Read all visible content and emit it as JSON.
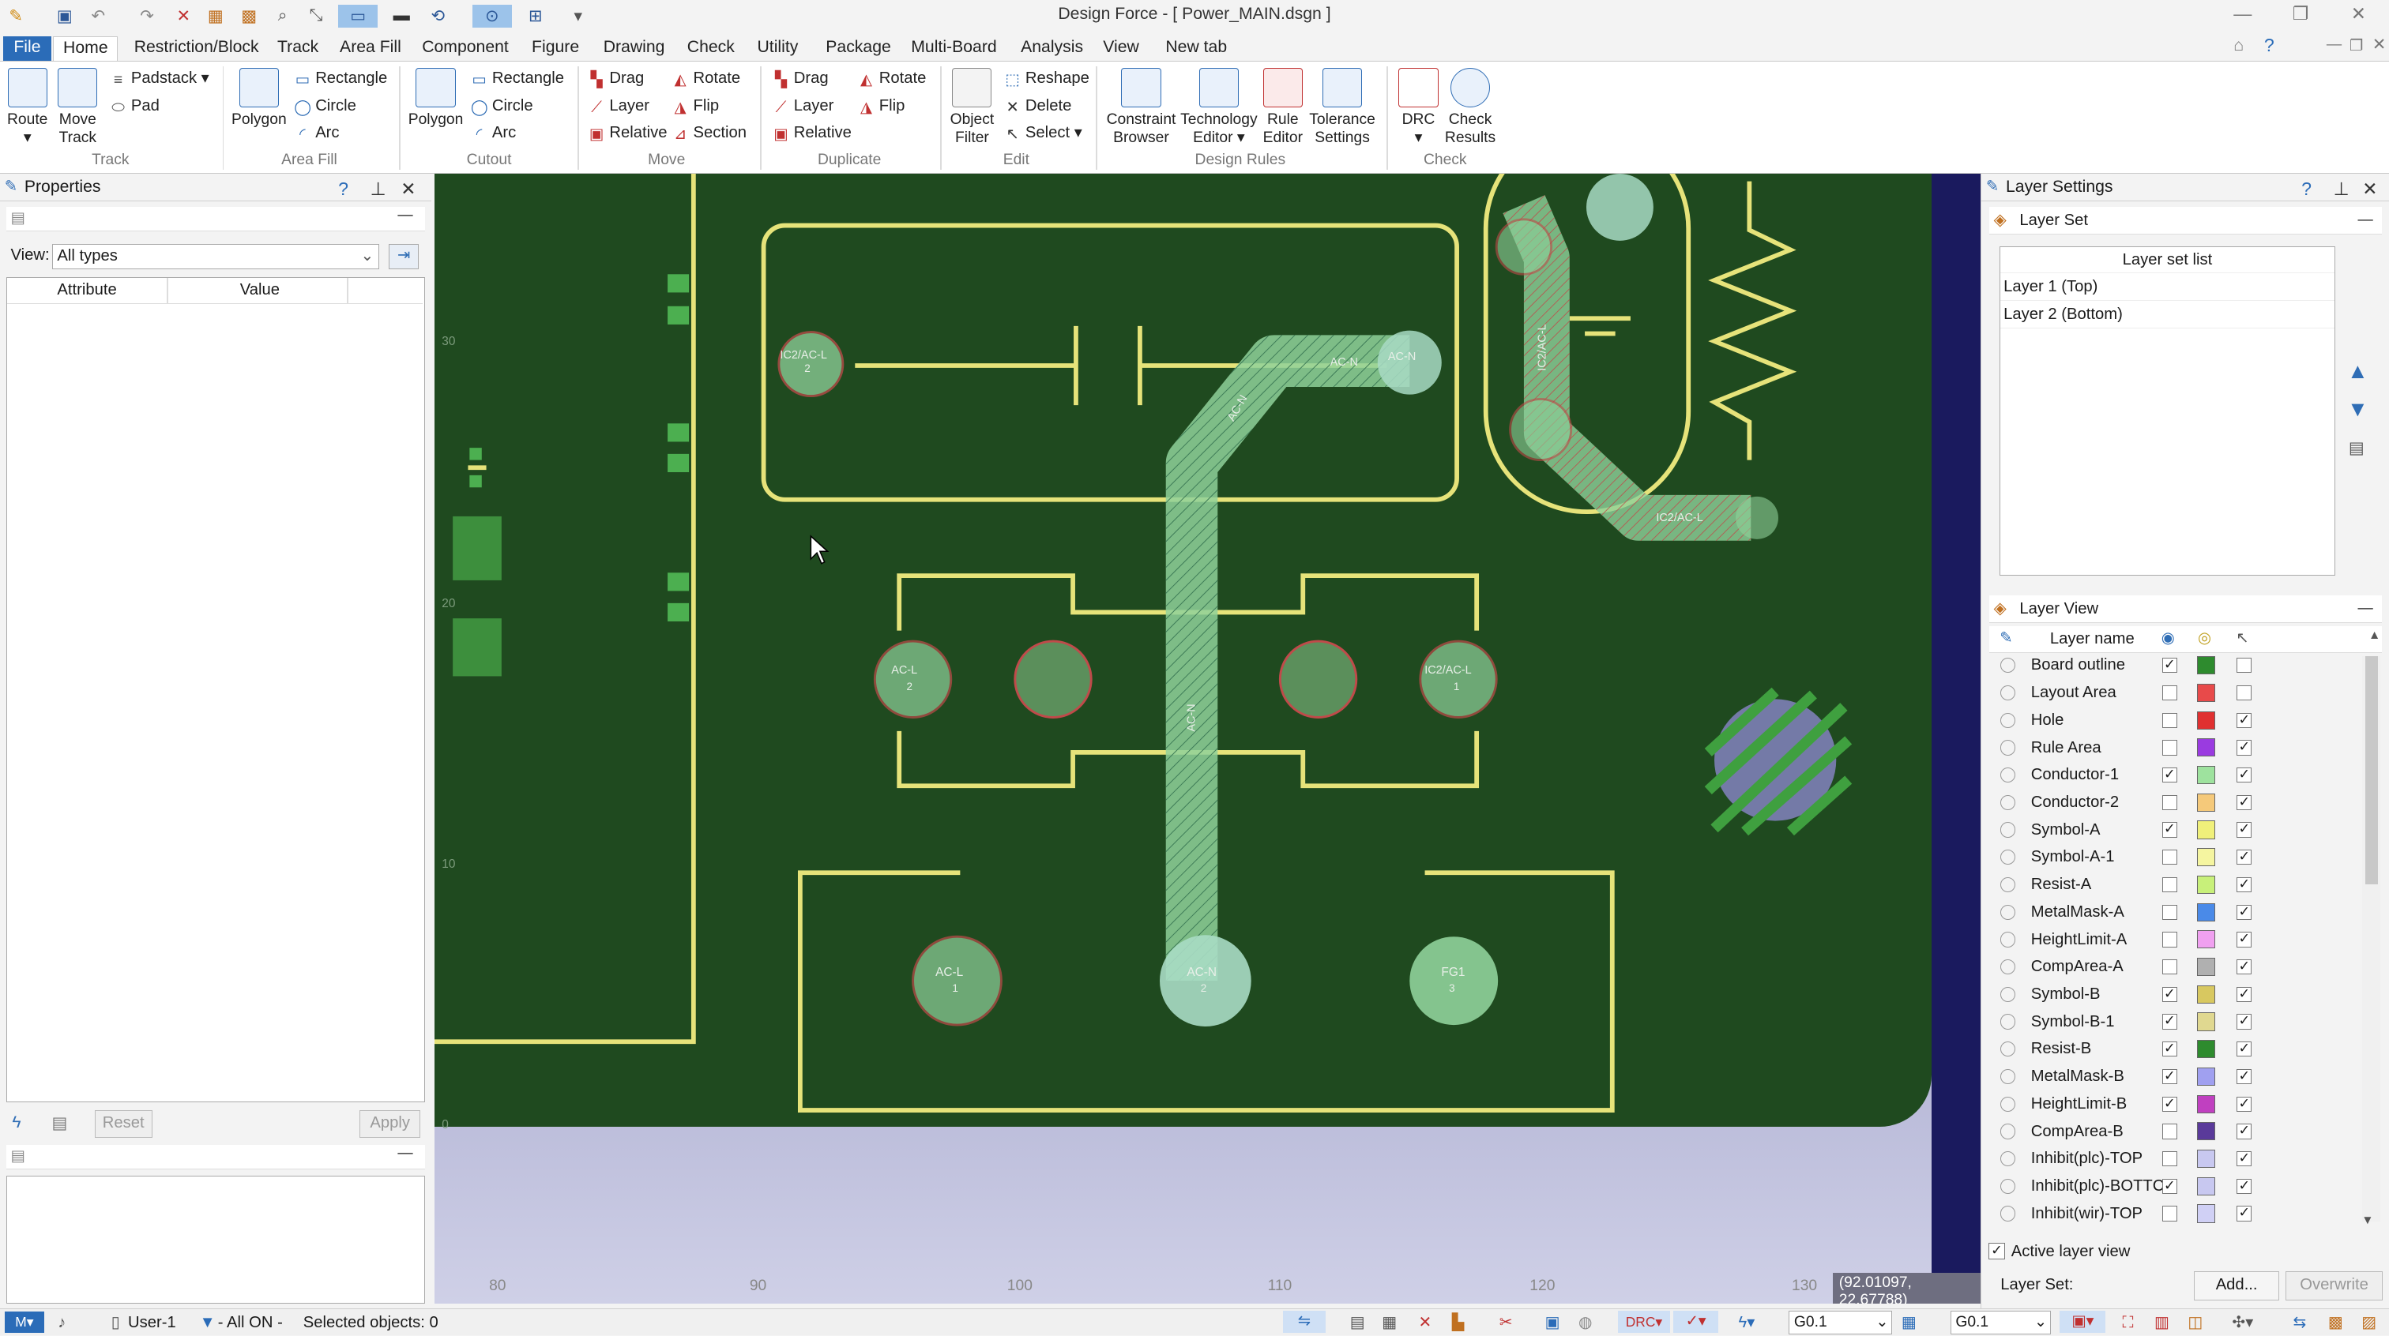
{
  "titlebar": {
    "title": "Design Force - [ Power_MAIN.dsgn ]"
  },
  "tabs": [
    {
      "label": "File"
    },
    {
      "label": "Home"
    },
    {
      "label": "Restriction/Block"
    },
    {
      "label": "Track"
    },
    {
      "label": "Area Fill"
    },
    {
      "label": "Component"
    },
    {
      "label": "Figure"
    },
    {
      "label": "Drawing"
    },
    {
      "label": "Check"
    },
    {
      "label": "Utility"
    },
    {
      "label": "Package"
    },
    {
      "label": "Multi-Board"
    },
    {
      "label": "Analysis"
    },
    {
      "label": "View"
    },
    {
      "label": "New tab"
    }
  ],
  "ribbon": {
    "track": {
      "route": "Route",
      "move_track": "Move Track",
      "padstack": "Padstack",
      "pad": "Pad",
      "group": "Track"
    },
    "area_fill": {
      "polygon": "Polygon",
      "rectangle": "Rectangle",
      "circle": "Circle",
      "arc": "Arc",
      "group": "Area Fill"
    },
    "cutout": {
      "polygon": "Polygon",
      "rectangle": "Rectangle",
      "circle": "Circle",
      "arc": "Arc",
      "group": "Cutout"
    },
    "move": {
      "drag": "Drag",
      "layer": "Layer",
      "relative": "Relative",
      "rotate": "Rotate",
      "flip": "Flip",
      "section": "Section",
      "group": "Move"
    },
    "duplicate": {
      "drag": "Drag",
      "layer": "Layer",
      "relative": "Relative",
      "rotate": "Rotate",
      "flip": "Flip",
      "group": "Duplicate"
    },
    "edit": {
      "object_filter": "Object Filter",
      "reshape": "Reshape",
      "delete": "Delete",
      "select": "Select",
      "group": "Edit"
    },
    "design_rules": {
      "constraint_browser": "Constraint Browser",
      "technology_editor": "Technology Editor",
      "rule_editor": "Rule Editor",
      "tolerance_settings": "Tolerance Settings",
      "group": "Design Rules"
    },
    "check": {
      "drc": "DRC",
      "check_results": "Check Results",
      "group": "Check"
    }
  },
  "properties": {
    "title": "Properties",
    "view_label": "View:",
    "view_value": "All types",
    "col_attribute": "Attribute",
    "col_value": "Value",
    "reset": "Reset",
    "apply": "Apply"
  },
  "canvas": {
    "ruler_y": [
      "30",
      "20",
      "10",
      "0"
    ],
    "ruler_x": [
      "80",
      "90",
      "100",
      "110",
      "120",
      "130"
    ],
    "coords": "(92.01097, 22.67788)",
    "labels": {
      "ic2_ac_l_top": "IC2/AC-L",
      "ac_n_top": "AC-N",
      "ac_n_trace": "AC-N",
      "ac_n_vertical": "AC-N",
      "ac_l_left": "AC-L",
      "ic2_ac_l_right": "IC2/AC-L",
      "ac_l_bottom": "AC-L",
      "ac_n_bottom": "AC-N",
      "fg1": "FG1",
      "ic2_ac_l_diag": "IC2/AC-L",
      "ic2_ac_l_horiz": "IC2/AC-L",
      "ac_n_circle": "AC-N",
      "pin1": "1",
      "pin2": "2",
      "pin3": "3"
    }
  },
  "layer_settings": {
    "title": "Layer Settings",
    "layer_set_title": "Layer Set",
    "layer_set_list_header": "Layer set list",
    "layer_sets": [
      "Layer 1 (Top)",
      "Layer 2 (Bottom)"
    ],
    "layer_view_title": "Layer View",
    "col_layer_name": "Layer name",
    "layers": [
      {
        "name": "Board outline",
        "visible": true,
        "color": "#2e8b2e",
        "selectable": false
      },
      {
        "name": "Layout Area",
        "visible": false,
        "color": "#e84a4a",
        "selectable": false
      },
      {
        "name": "Hole",
        "visible": false,
        "color": "#e03030",
        "selectable": true
      },
      {
        "name": "Rule Area",
        "visible": false,
        "color": "#9a3be0",
        "selectable": true
      },
      {
        "name": "Conductor-1",
        "visible": true,
        "color": "#9ee29e",
        "selectable": true
      },
      {
        "name": "Conductor-2",
        "visible": false,
        "color": "#f5c97a",
        "selectable": true
      },
      {
        "name": "Symbol-A",
        "visible": true,
        "color": "#f0f07a",
        "selectable": true
      },
      {
        "name": "Symbol-A-1",
        "visible": false,
        "color": "#f5f5a0",
        "selectable": true
      },
      {
        "name": "Resist-A",
        "visible": false,
        "color": "#c8f07a",
        "selectable": true
      },
      {
        "name": "MetalMask-A",
        "visible": false,
        "color": "#4a8ae8",
        "selectable": true
      },
      {
        "name": "HeightLimit-A",
        "visible": false,
        "color": "#f0a0f0",
        "selectable": true
      },
      {
        "name": "CompArea-A",
        "visible": false,
        "color": "#b0b0b0",
        "selectable": true
      },
      {
        "name": "Symbol-B",
        "visible": true,
        "color": "#d8c860",
        "selectable": true
      },
      {
        "name": "Symbol-B-1",
        "visible": true,
        "color": "#e0d890",
        "selectable": true
      },
      {
        "name": "Resist-B",
        "visible": true,
        "color": "#2e8b2e",
        "selectable": true
      },
      {
        "name": "MetalMask-B",
        "visible": true,
        "color": "#a0a0f0",
        "selectable": true
      },
      {
        "name": "HeightLimit-B",
        "visible": true,
        "color": "#c040c0",
        "selectable": true
      },
      {
        "name": "CompArea-B",
        "visible": false,
        "color": "#5a3a9a",
        "selectable": true
      },
      {
        "name": "Inhibit(plc)-TOP",
        "visible": false,
        "color": "#c8c8f0",
        "selectable": true
      },
      {
        "name": "Inhibit(plc)-BOTTC",
        "visible": true,
        "color": "#c8c8f0",
        "selectable": true
      },
      {
        "name": "Inhibit(wir)-TOP",
        "visible": false,
        "color": "#d0d0f5",
        "selectable": true
      }
    ],
    "active_layer_view": "Active layer view",
    "layer_set_label": "Layer Set:",
    "add": "Add...",
    "overwrite": "Overwrite"
  },
  "status": {
    "user": "User-1",
    "filter": "- All ON -",
    "selected": "Selected objects: 0",
    "grid1": "G0.1",
    "grid2": "G0.1"
  },
  "colors": {
    "board": "#1f4a1f",
    "silk": "#e6e37a",
    "trace": "#8fd19a",
    "accent": "#2b6cb8"
  }
}
